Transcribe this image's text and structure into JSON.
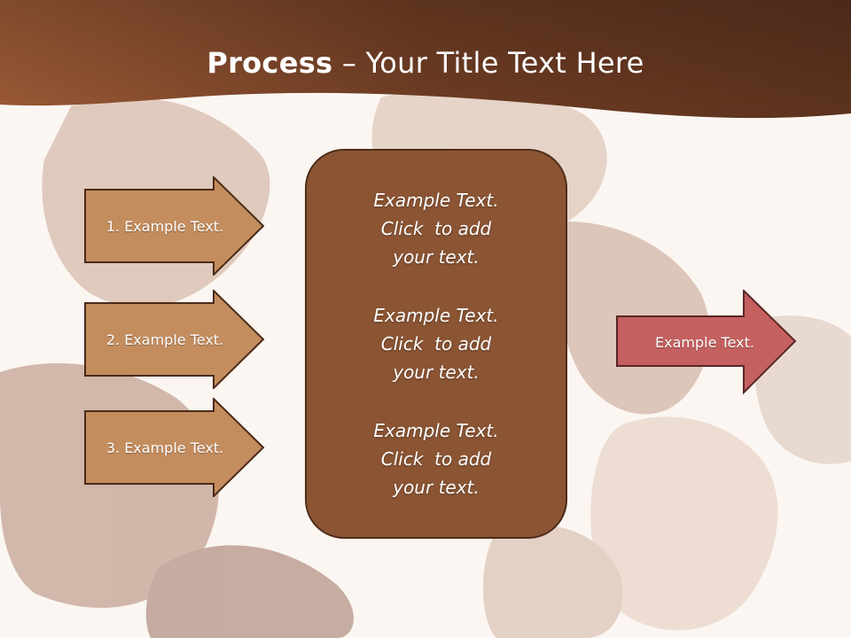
{
  "slide": {
    "title": {
      "bold": "Process",
      "rest": " – Your Title Text Here"
    },
    "steps": [
      {
        "label": "1. Example Text."
      },
      {
        "label": "2. Example Text."
      },
      {
        "label": "3. Example Text."
      }
    ],
    "center_blocks": [
      {
        "lines": [
          "Example Text.",
          "Click  to add",
          "your text."
        ]
      },
      {
        "lines": [
          "Example Text.",
          "Click  to add",
          "your text."
        ]
      },
      {
        "lines": [
          "Example Text.",
          "Click  to add",
          "your text."
        ]
      }
    ],
    "output": {
      "label": "Example Text."
    },
    "colors": {
      "header": "#7a4329",
      "step_arrow": "#c48d5e",
      "center_box": "#8b5534",
      "output_arrow": "#c46060"
    },
    "background_image": "hands-circle-photo"
  }
}
